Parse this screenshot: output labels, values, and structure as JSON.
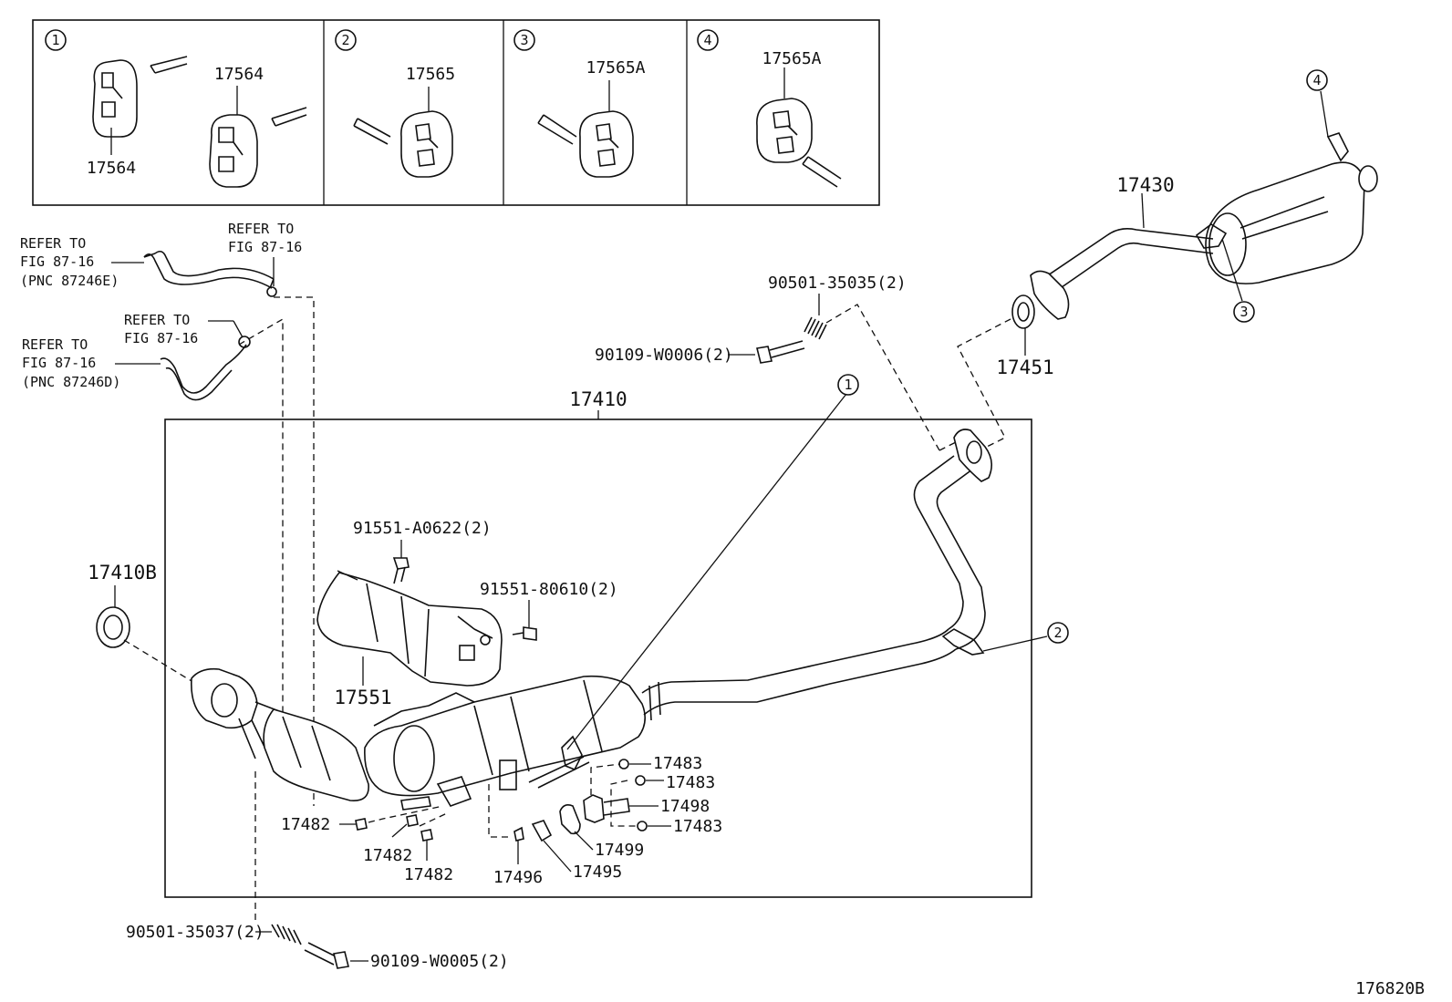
{
  "inset_panels": [
    {
      "num": "1",
      "labels": [
        "17564",
        "17564"
      ]
    },
    {
      "num": "2",
      "labels": [
        "17565"
      ]
    },
    {
      "num": "3",
      "labels": [
        "17565A"
      ]
    },
    {
      "num": "4",
      "labels": [
        "17565A"
      ]
    }
  ],
  "refs": {
    "ref_87246e_line1": "REFER TO",
    "ref_87246e_line2": "FIG 87-16",
    "ref_87246e_line3": "(PNC 87246E)",
    "ref_top_line1": "REFER TO",
    "ref_top_line2": "FIG 87-16",
    "ref_mid_line1": "REFER TO",
    "ref_mid_line2": "FIG 87-16",
    "ref_87246d_line1": "REFER TO",
    "ref_87246d_line2": "FIG 87-16",
    "ref_87246d_line3": "(PNC 87246D)"
  },
  "parts": {
    "p17430": "17430",
    "p17451": "17451",
    "p17410": "17410",
    "p17410b": "17410B",
    "p17551": "17551",
    "p90501_35035": "90501-35035(2)",
    "p90109_w0006": "90109-W0006(2)",
    "p91551_a0622": "91551-A0622(2)",
    "p91551_80610": "91551-80610(2)",
    "p17483_a": "17483",
    "p17483_b": "17483",
    "p17483_c": "17483",
    "p17498": "17498",
    "p17499": "17499",
    "p17495": "17495",
    "p17496": "17496",
    "p17482_a": "17482",
    "p17482_b": "17482",
    "p17482_c": "17482",
    "p90501_35037": "90501-35037(2)",
    "p90109_w0005": "90109-W0005(2)"
  },
  "callouts": {
    "c1": "1",
    "c2": "2",
    "c3": "3",
    "c4": "4"
  },
  "figure_code": "176820B"
}
